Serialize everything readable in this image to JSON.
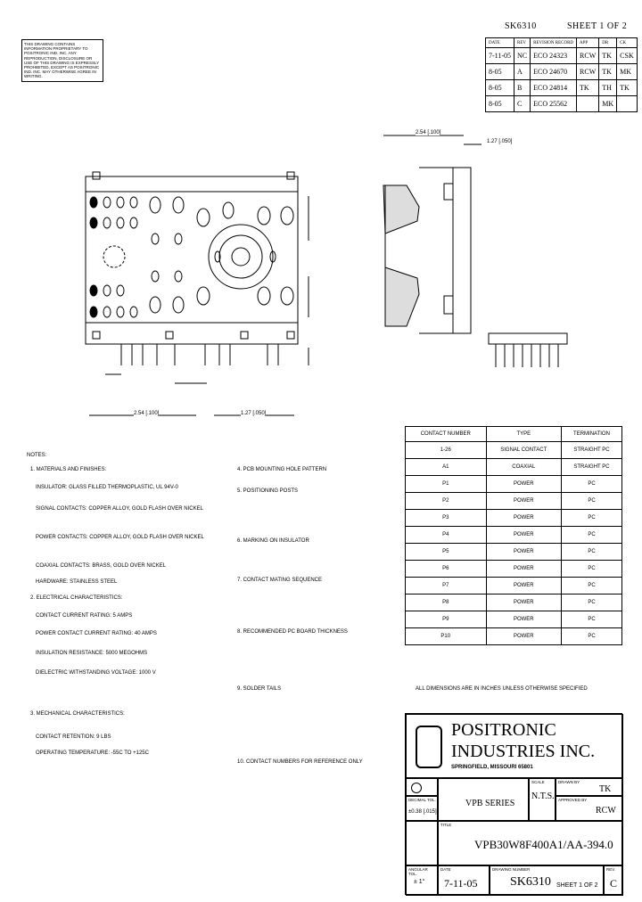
{
  "header": {
    "doc_number": "SK6310",
    "sheet": "SHEET 1 OF 2"
  },
  "notice": {
    "text": "THIS DRAWING CONTAINS INFORMATION PROPRIETARY TO POSITRONIC IND. INC. ANY REPRODUCTION, DISCLOSURE OR USE OF THIS DRAWING IS EXPRESSLY PROHIBITED, EXCEPT AS POSITRONIC IND. INC. MAY OTHERWISE AGREE IN WRITING."
  },
  "revisions": {
    "headers": [
      "DATE",
      "REV",
      "REVISION RECORD",
      "APP",
      "DR",
      "CK"
    ],
    "rows": [
      [
        "7-11-05",
        "NC",
        "ECO 24323",
        "RCW",
        "TK",
        "CSK"
      ],
      [
        "8-05",
        "A",
        "ECO 24670",
        "RCW",
        "TK",
        "MK"
      ],
      [
        "8-05",
        "B",
        "ECO 24814",
        "TK",
        "TH",
        "TK"
      ],
      [
        "8-05",
        "C",
        "ECO 25562",
        "",
        "MK",
        ""
      ]
    ]
  },
  "pin_table": {
    "headers": [
      "CONTACT NUMBER",
      "TYPE",
      "TERMINATION"
    ],
    "rows": [
      [
        "1-26",
        "SIGNAL CONTACT",
        "STRAIGHT PC"
      ],
      [
        "A1",
        "COAXIAL",
        "STRAIGHT PC"
      ],
      [
        "P1",
        "POWER",
        "PC"
      ],
      [
        "P2",
        "POWER",
        "PC"
      ],
      [
        "P3",
        "POWER",
        "PC"
      ],
      [
        "P4",
        "POWER",
        "PC"
      ],
      [
        "P5",
        "POWER",
        "PC"
      ],
      [
        "P6",
        "POWER",
        "PC"
      ],
      [
        "P7",
        "POWER",
        "PC"
      ],
      [
        "P8",
        "POWER",
        "PC"
      ],
      [
        "P9",
        "POWER",
        "PC"
      ],
      [
        "P10",
        "POWER",
        "PC"
      ]
    ],
    "footnote": "ALL DIMENSIONS ARE IN INCHES UNLESS OTHERWISE SPECIFIED"
  },
  "notes": {
    "title": "NOTES:",
    "items": [
      "1. MATERIALS AND FINISHES:",
      "INSULATOR: GLASS FILLED THERMOPLASTIC, UL 94V-0",
      "SIGNAL CONTACTS: COPPER ALLOY, GOLD FLASH OVER NICKEL",
      "POWER CONTACTS: COPPER ALLOY, GOLD FLASH OVER NICKEL",
      "COAXIAL CONTACTS: BRASS, GOLD OVER NICKEL",
      "HARDWARE: STAINLESS STEEL",
      "2. ELECTRICAL CHARACTERISTICS:",
      "CONTACT CURRENT RATING: 5 AMPS",
      "POWER CONTACT CURRENT RATING: 40 AMPS",
      "INSULATION RESISTANCE: 5000 MEGOHMS",
      "DIELECTRIC WITHSTANDING VOLTAGE: 1000 V",
      "3. MECHANICAL CHARACTERISTICS:",
      "CONTACT RETENTION: 9 LBS",
      "OPERATING TEMPERATURE: -55C TO +125C",
      "4. PCB MOUNTING HOLE PATTERN",
      "5. POSITIONING POSTS",
      "6. MARKING ON INSULATOR",
      "7. CONTACT MATING SEQUENCE",
      "8. RECOMMENDED PC BOARD THICKNESS",
      "9. SOLDER TAILS",
      "10. CONTACT NUMBERS FOR REFERENCE ONLY"
    ]
  },
  "title_block": {
    "company_line1": "POSITRONIC",
    "company_line2": "INDUSTRIES INC.",
    "city": "SPRINGFIELD, MISSOURI 65801",
    "scale_label": "SCALE",
    "scale": "N.T.S.",
    "series": "VPB SERIES",
    "drawn_label": "DRAWN BY",
    "drawn": "TK",
    "approved_label": "APPROVED BY",
    "approved": "RCW",
    "tolerance_label": "DECIMAL TOL.",
    "tolerance": "±0.38 [.015]",
    "angular_label": "ANGULAR TOL.",
    "angular": "± 1°",
    "title_label": "TITLE",
    "title": "VPB30W8F400A1/AA-394.0",
    "date_label": "DATE",
    "date": "7-11-05",
    "drawing_label": "DRAWING NUMBER",
    "drawing_number": "SK6310",
    "sheet": "SHEET 1 OF 2",
    "rev_label": "REV.",
    "rev": "C"
  },
  "dimensions": [
    "2.54 [.100]",
    "1.27 [.050]",
    "2.54 [.100]",
    "1.27 [.050]"
  ]
}
